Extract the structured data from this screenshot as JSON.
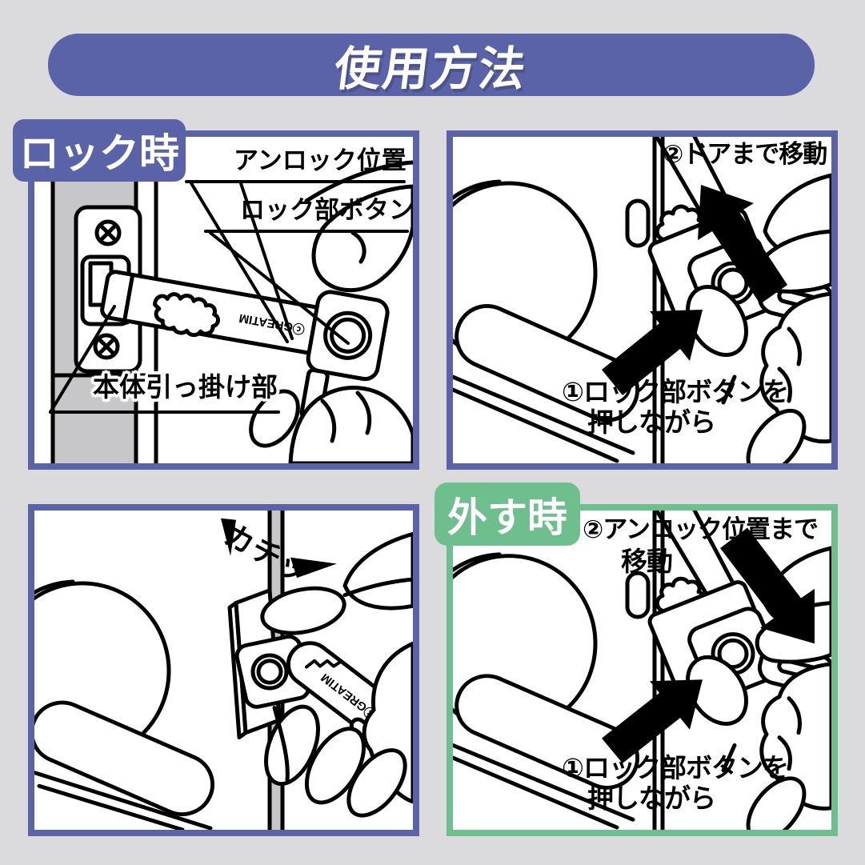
{
  "header": {
    "title": "使用方法"
  },
  "panels": {
    "lock": {
      "badge": "ロック時",
      "label_unlock_position": "アンロック位置",
      "label_lock_button": "ロック部ボタン",
      "label_hook": "本体引っ掛け部",
      "brand": "ⓒGREATIM"
    },
    "move_to_door": {
      "step2": "②ドアまで移動",
      "step1_line1": "①ロック部ボタンを",
      "step1_line2": "押しながら"
    },
    "click": {
      "sound": "カチッ",
      "brand": "ⓒGREATIM"
    },
    "remove": {
      "badge": "外す時",
      "step2_line1": "②アンロック位置まで",
      "step2_line2": "移動",
      "step1_line1": "①ロック部ボタンを",
      "step1_line2": "押しながら"
    }
  },
  "colors": {
    "background": "#dbdbdd",
    "accent_purple": "#5a63a8",
    "accent_green": "#6fbe8e",
    "line_black": "#000000",
    "door_jamb_gray": "#c7c7c9"
  },
  "icons": {
    "move_to_door_arrow": "thick-arrow-up-left",
    "press_button_arrow": "thick-arrow-up-right",
    "move_to_unlock_arrow": "thick-arrow-down-right",
    "click_emphasis": "wedge-and-arrowhead",
    "screws": "phillips-screw"
  }
}
